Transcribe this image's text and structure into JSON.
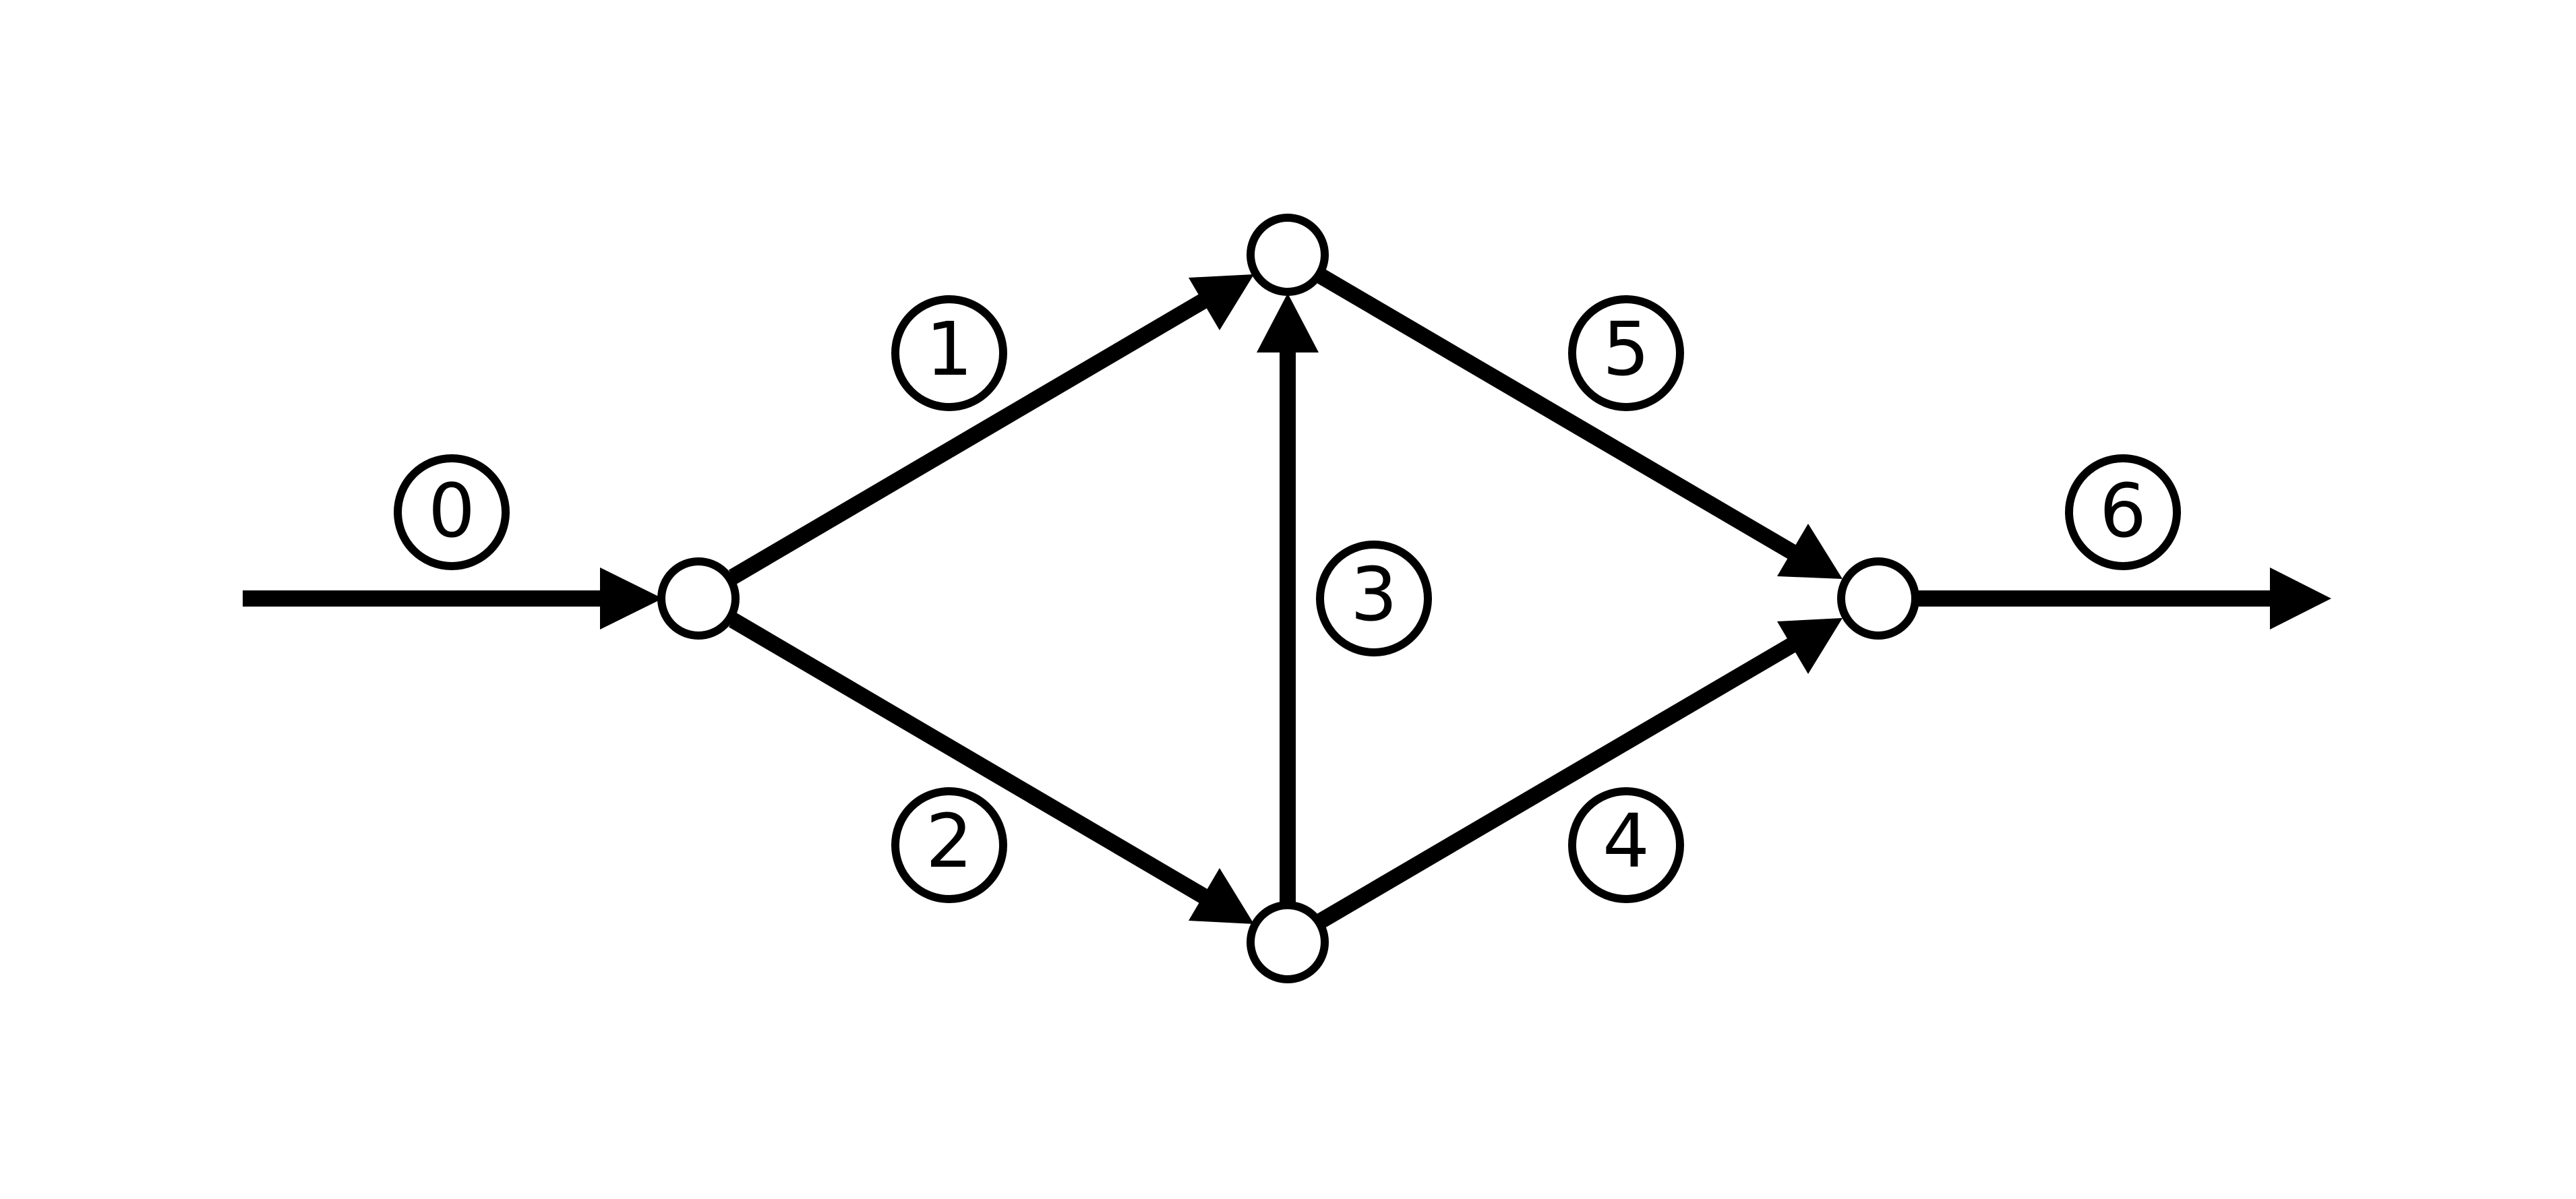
{
  "diagram": {
    "type": "directed-graph",
    "nodes": [
      "n_source",
      "n_top",
      "n_bottom",
      "n_sink"
    ],
    "edges": [
      {
        "label": "0",
        "from": "input",
        "to": "n_source"
      },
      {
        "label": "1",
        "from": "n_source",
        "to": "n_top"
      },
      {
        "label": "2",
        "from": "n_source",
        "to": "n_bottom"
      },
      {
        "label": "3",
        "from": "n_bottom",
        "to": "n_top"
      },
      {
        "label": "4",
        "from": "n_bottom",
        "to": "n_sink"
      },
      {
        "label": "5",
        "from": "n_top",
        "to": "n_sink"
      },
      {
        "label": "6",
        "from": "n_sink",
        "to": "output"
      }
    ],
    "colors": {
      "stroke": "#000000",
      "background": "#ffffff"
    }
  }
}
